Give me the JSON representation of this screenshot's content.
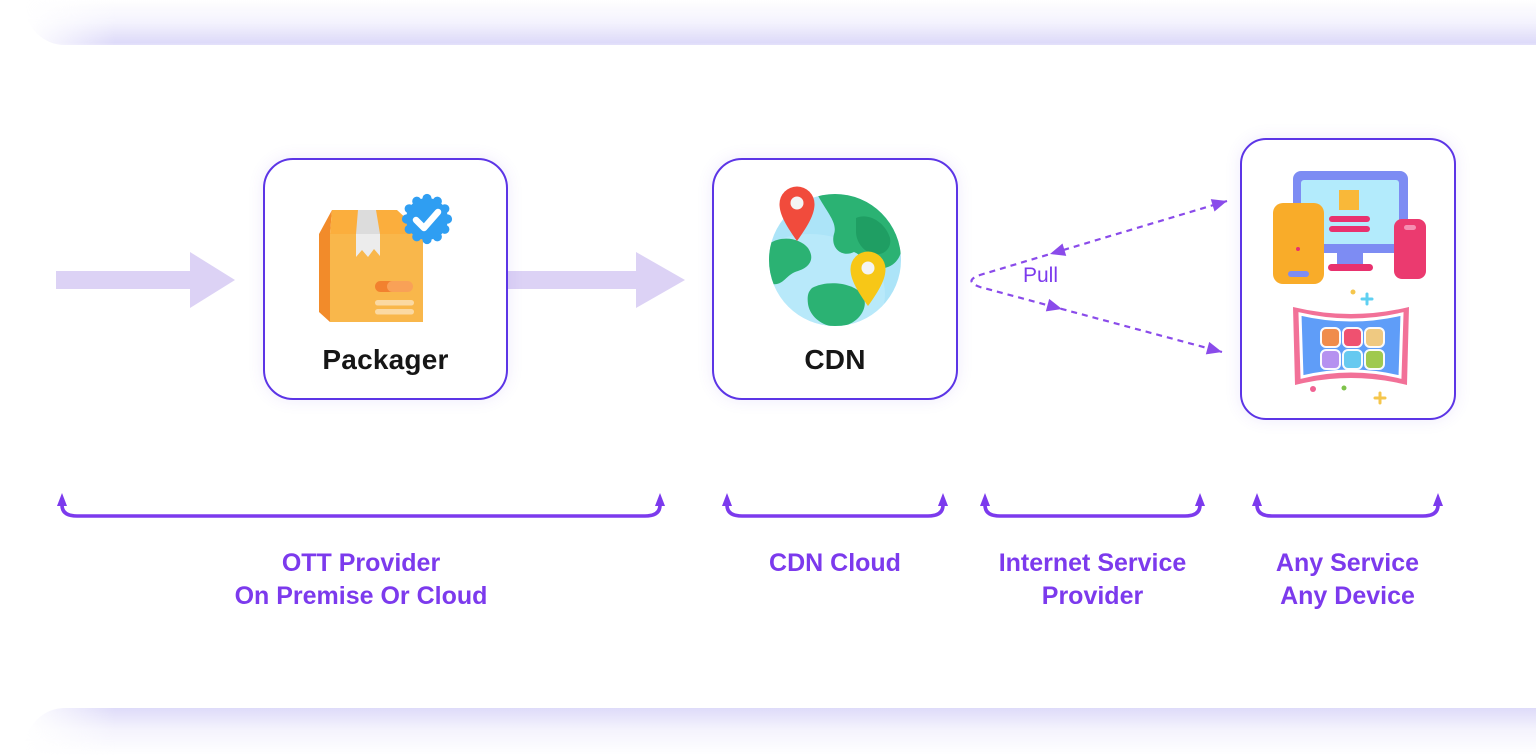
{
  "diagram": {
    "nodes": {
      "packager": {
        "label": "Packager",
        "icon": "package-with-verified-badge-icon"
      },
      "cdn": {
        "label": "CDN",
        "icon": "globe-with-location-pins-icon"
      },
      "devices": {
        "icons": [
          "desktop-monitor-icon",
          "tablet-icon",
          "smartphone-icon",
          "smart-tv-apps-icon"
        ]
      }
    },
    "flow": {
      "pull_label": "Pull"
    },
    "brackets": [
      {
        "id": "ott-provider",
        "lines": [
          "OTT Provider",
          "On Premise Or Cloud"
        ]
      },
      {
        "id": "cdn-cloud",
        "lines": [
          "CDN Cloud"
        ]
      },
      {
        "id": "isp",
        "lines": [
          "Internet Service",
          "Provider"
        ]
      },
      {
        "id": "any-service",
        "lines": [
          "Any Service",
          "Any Device"
        ]
      }
    ],
    "colors": {
      "purple_text": "#7c3aed",
      "box_border": "#5c35e6",
      "flow_arrow": "#dcd2f5",
      "dashed_arrow": "#8a4bea"
    }
  }
}
